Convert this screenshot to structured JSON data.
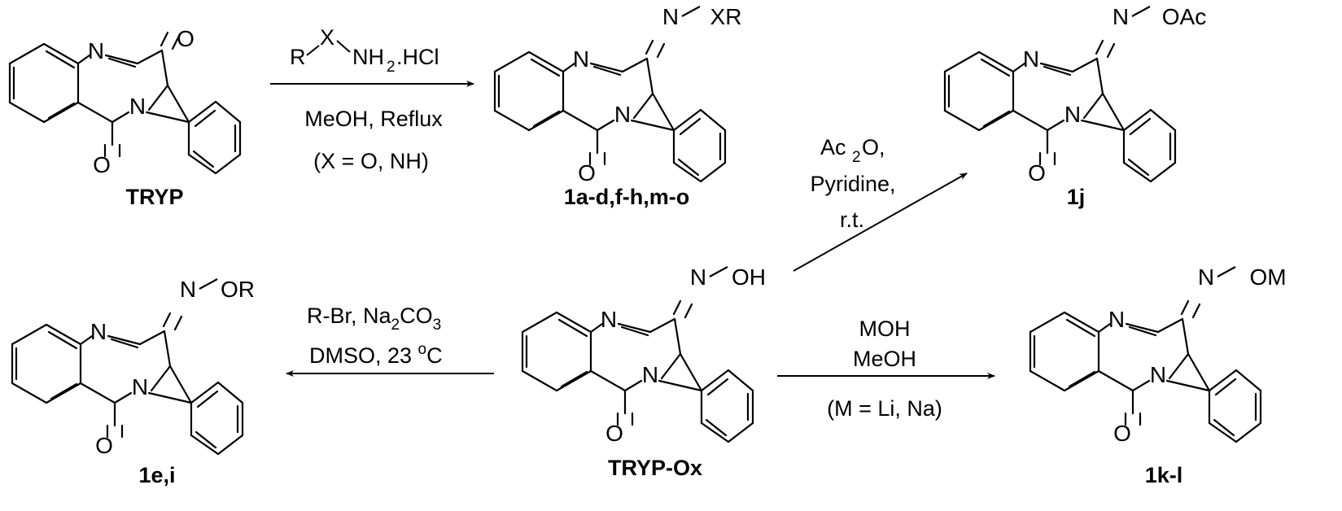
{
  "compounds": [
    {
      "id": "tryp",
      "label": "TRYP",
      "substituent": "O"
    },
    {
      "id": "p1",
      "label": "1a-d,f-h,m-o",
      "substituent": "N–XR"
    },
    {
      "id": "p1j",
      "label": "1j",
      "substituent": "N–OAc"
    },
    {
      "id": "ox",
      "label": "TRYP-Ox",
      "substituent": "N–OH"
    },
    {
      "id": "p1e",
      "label": "1e,i",
      "substituent": "N–OR"
    },
    {
      "id": "p1k",
      "label": "1k-l",
      "substituent": "N–OM"
    }
  ],
  "atoms": {
    "N": "N",
    "O": "O"
  },
  "reactions": {
    "r1": {
      "reagent_R": "R",
      "reagent_X": "X",
      "reagent_NH2": "NH",
      "reagent_2": "2",
      "reagent_HCl": ".HCl",
      "line2": "MeOH, Reflux",
      "line3": "(X = O, NH)"
    },
    "r2": {
      "ac": "Ac",
      "sub2": "2",
      "o_comma": "O,",
      "line2": "Pyridine,",
      "line3": "r.t."
    },
    "r3": {
      "line1a": "R-Br, Na",
      "sub2": "2",
      "line1b": "CO",
      "sub3": "3",
      "line2a": "DMSO, 23 ",
      "sup": "o",
      "line2b": "C"
    },
    "r4": {
      "line1": "MOH",
      "line2": "MeOH",
      "line3": "(M = Li, Na)"
    }
  },
  "substituents": {
    "n": "N",
    "dash": "–",
    "xr": "XR",
    "oac": "OAc",
    "oh": "OH",
    "or": "OR",
    "om": "OM"
  }
}
